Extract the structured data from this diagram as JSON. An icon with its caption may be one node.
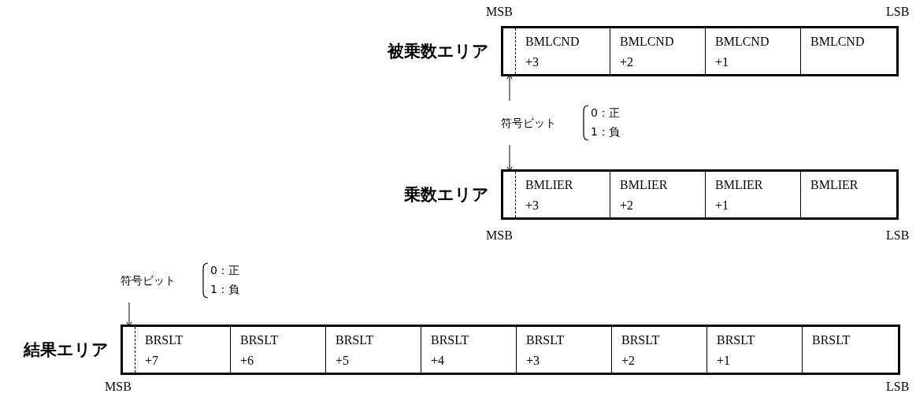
{
  "diagram": {
    "nodes": [
      {
        "text": [
          "被乗数エリア"
        ]
      },
      {
        "text": [],
        "shape": "box",
        "in": 0
      },
      {
        "text": [
          "BMLCND +3"
        ],
        "in": 0
      },
      {
        "text": [
          "BMLCND +2"
        ],
        "in": 0
      },
      {
        "text": [
          "BMLCND +1"
        ],
        "in": 0
      },
      {
        "text": [
          "BMLCND"
        ],
        "in": 0
      },
      {
        "text": [
          "符号ビット",
          "0：正",
          "1：負"
        ]
      },
      {
        "text": [
          "乗数エリア"
        ]
      },
      {
        "text": [],
        "shape": "box",
        "in": 7
      },
      {
        "text": [
          "BMLIER +3"
        ],
        "in": 7
      },
      {
        "text": [
          "BMLIER +2"
        ],
        "in": 7
      },
      {
        "text": [
          "BMLIER +1"
        ],
        "in": 7
      },
      {
        "text": [
          "BMLIER"
        ],
        "in": 7
      },
      {
        "text": [
          "符号ビット",
          "0：正",
          "1：負"
        ]
      },
      {
        "text": [
          "結果エリア"
        ]
      },
      {
        "text": [],
        "shape": "box",
        "in": 14
      },
      {
        "text": [
          "BRSLT +7"
        ],
        "in": 14
      },
      {
        "text": [
          "BRSLT +6"
        ],
        "in": 14
      },
      {
        "text": [
          "BRSLT +5"
        ],
        "in": 14
      },
      {
        "text": [
          "BRSLT +4"
        ],
        "in": 14
      },
      {
        "text": [
          "BRSLT +3"
        ],
        "in": 14
      },
      {
        "text": [
          "BRSLT +2"
        ],
        "in": 14
      },
      {
        "text": [
          "BRSLT +1"
        ],
        "in": 14
      },
      {
        "text": [
          "BRSLT"
        ],
        "in": 14
      }
    ],
    "edges": [
      {
        "from": 6,
        "to": 1,
        "arrow": "to"
      },
      {
        "from": 6,
        "to": 8,
        "arrow": "to"
      },
      {
        "from": 13,
        "to": 15,
        "arrow": "to"
      }
    ],
    "labels": [
      "MSB",
      "LSB",
      "MSB",
      "LSB",
      "MSB",
      "LSB"
    ]
  }
}
